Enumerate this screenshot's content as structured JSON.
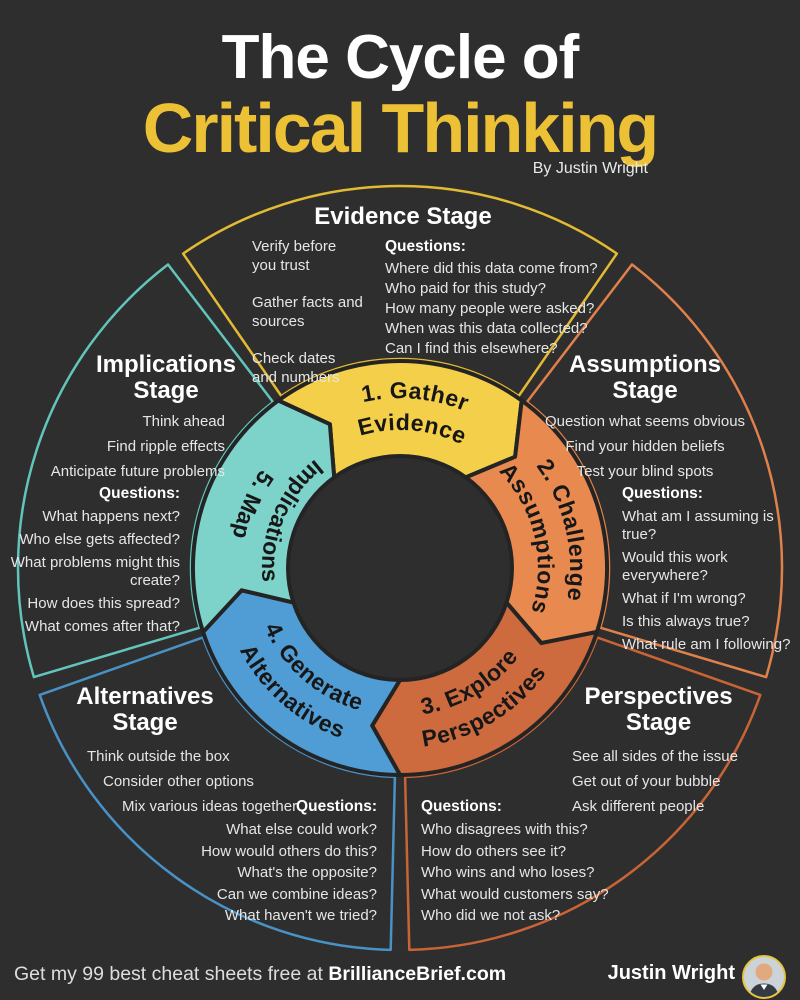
{
  "title": {
    "line1": "The Cycle of",
    "line2": "Critical Thinking",
    "byline": "By Justin Wright",
    "accent_color": "#ecc136"
  },
  "wheel": {
    "segments": [
      {
        "line1": "1. Gather",
        "line2": "Evidence",
        "color": "#f4cf49"
      },
      {
        "line1": "2. Challenge",
        "line2": "Assumptions",
        "color": "#e8894f"
      },
      {
        "line1": "3. Explore",
        "line2": "Perspectives",
        "color": "#cd6a3e"
      },
      {
        "line1": "4. Generate",
        "line2": "Alternatives",
        "color": "#4f9dd4"
      },
      {
        "line1": "5. Map",
        "line2": "Implications",
        "color": "#7dd2ca"
      }
    ]
  },
  "stages": {
    "evidence": {
      "heading": "Evidence Stage",
      "color": "#e3ba33",
      "bullets": [
        "Verify before you trust",
        "Gather facts and sources",
        "Check dates and numbers"
      ],
      "questions_label": "Questions:",
      "questions": [
        "Where did this data come from?",
        "Who paid for this study?",
        "How many people were asked?",
        "When was this data collected?",
        "Can I find this elsewhere?"
      ]
    },
    "assumptions": {
      "heading": "Assumptions Stage",
      "color": "#e0814b",
      "bullets": [
        "Question what seems obvious",
        "Find your hidden beliefs",
        "Test your blind spots"
      ],
      "questions_label": "Questions:",
      "questions": [
        "What am I assuming is true?",
        "Would this work everywhere?",
        "What if I'm wrong?",
        "Is this always true?",
        "What rule am I following?"
      ]
    },
    "perspectives": {
      "heading": "Perspectives Stage",
      "color": "#c96436",
      "bullets": [
        "See all sides of the issue",
        "Get out of your bubble",
        "Ask different people"
      ],
      "questions_label": "Questions:",
      "questions": [
        "Who disagrees with this?",
        "How do others see it?",
        "Who wins and who loses?",
        "What would customers say?",
        "Who did we not ask?"
      ]
    },
    "alternatives": {
      "heading": "Alternatives Stage",
      "color": "#4892c6",
      "bullets": [
        "Think outside the box",
        "Consider other options",
        "Mix various ideas together"
      ],
      "questions_label": "Questions:",
      "questions": [
        "What else could work?",
        "How would others do this?",
        "What's the opposite?",
        "Can we combine ideas?",
        "What haven't we tried?"
      ]
    },
    "implications": {
      "heading": "Implications Stage",
      "color": "#62c5bb",
      "bullets": [
        "Think ahead",
        "Find ripple effects",
        "Anticipate future problems"
      ],
      "questions_label": "Questions:",
      "questions": [
        "What happens next?",
        "Who else gets affected?",
        "What problems might this create?",
        "How does this spread?",
        "What comes after that?"
      ]
    }
  },
  "footer": {
    "cta_regular": "Get my 99 best cheat sheets free at ",
    "cta_bold": "BrillianceBrief.com",
    "author": "Justin Wright"
  },
  "colors": {
    "background": "#2e2e2e",
    "heading_text": "#ffffff",
    "body_text": "#e6e6e6",
    "wheel_label_text": "#171717"
  }
}
